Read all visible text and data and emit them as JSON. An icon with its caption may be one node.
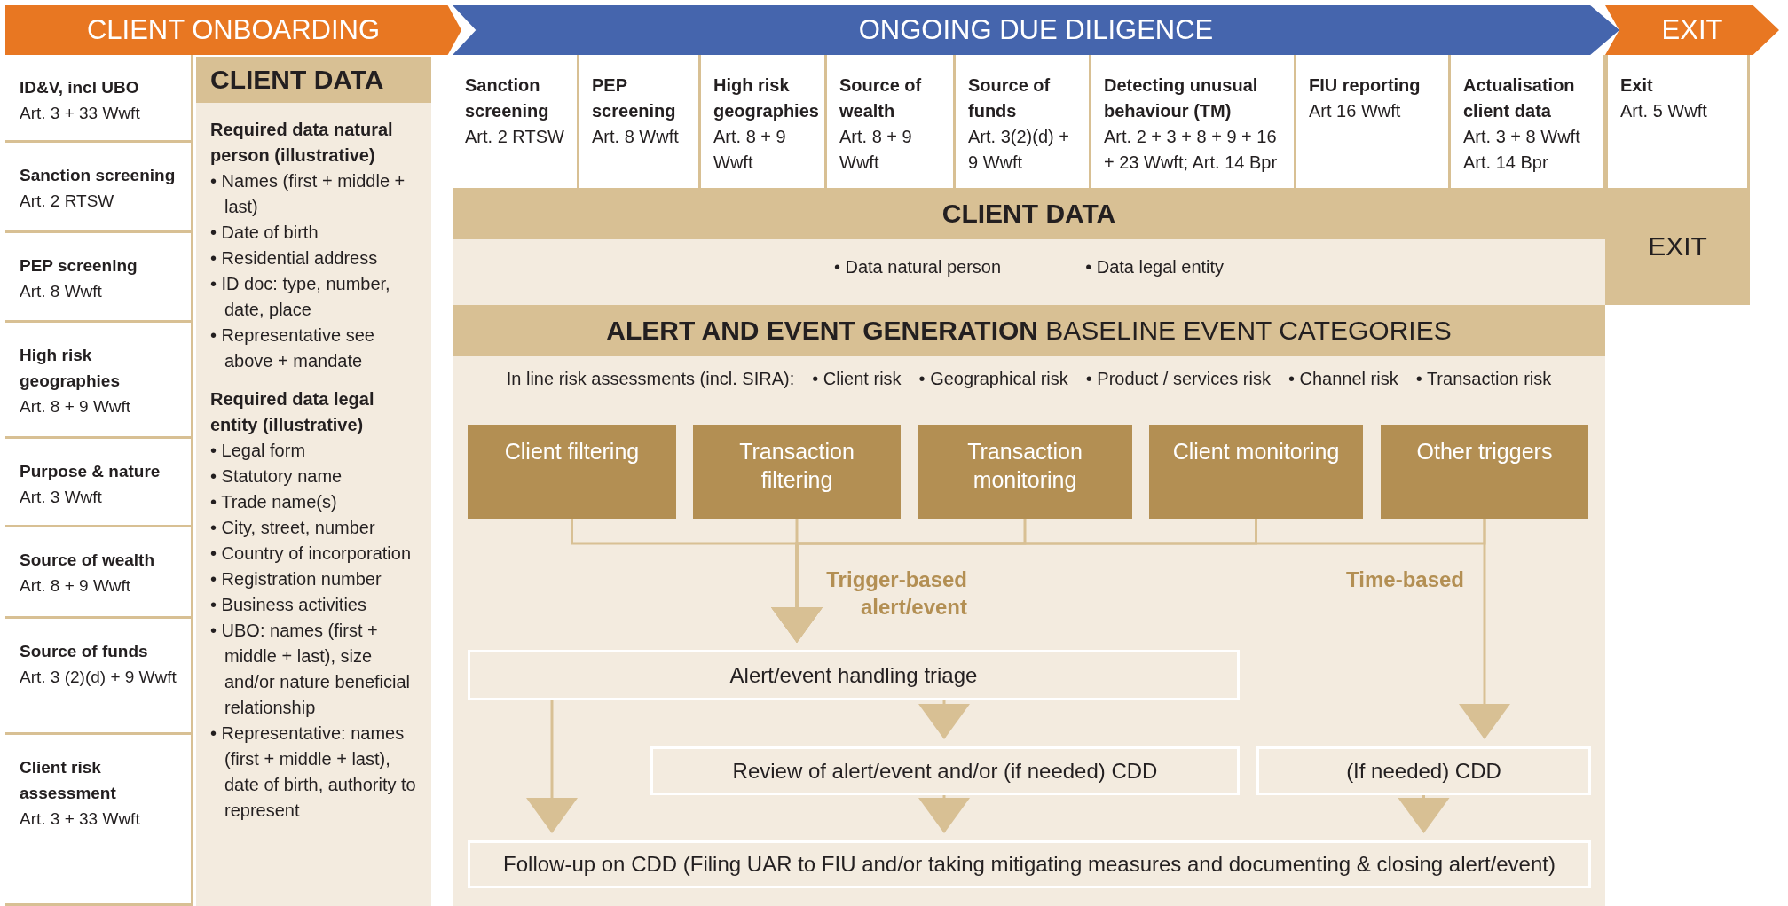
{
  "diagram": {
    "nodes": [
      {
        "text": [
          "CLIENT ONBOARDING"
        ]
      },
      {
        "text": [
          "ONGOING DUE DILIGENCE"
        ]
      },
      {
        "text": [
          "EXIT"
        ]
      },
      {
        "text": [
          "ID&V, incl UBO",
          "Art. 3 + 33 Wwft"
        ]
      },
      {
        "text": [
          "Sanction screening",
          "Art. 2 RTSW"
        ]
      },
      {
        "text": [
          "PEP screening",
          "Art. 8 Wwft"
        ]
      },
      {
        "text": [
          "High risk geographies",
          "Art. 8 + 9 Wwft"
        ]
      },
      {
        "text": [
          "Purpose & nature",
          "Art. 3 Wwft"
        ]
      },
      {
        "text": [
          "Source of wealth",
          "Art. 8 + 9 Wwft"
        ]
      },
      {
        "text": [
          "Source of funds",
          "Art. 3 (2)(d) + 9 Wwft"
        ]
      },
      {
        "text": [
          "Client risk assessment",
          "Art. 3 + 33 Wwft"
        ]
      },
      {
        "text": [
          "CLIENT DATA",
          "Required data natural person (illustrative)",
          "• Names (first + middle + last)",
          "• Date of birth",
          "• Residential address",
          "• ID doc: type, number, date, place",
          "• Representative see above + mandate",
          "Required data legal entity (illustrative)",
          "• Legal form",
          "• Statutory name",
          "• Trade name(s)",
          "• City, street, number",
          "• Country of incorporation",
          "• Registration number",
          "• Business activities",
          "• UBO: names (first + middle + last), size and/or nature beneficial relationship",
          "• Representative: names (first + middle + last), date of birth, authority to represent"
        ]
      },
      {
        "text": [
          "Sanction screening",
          "Art. 2 RTSW"
        ]
      },
      {
        "text": [
          "PEP screening",
          "Art. 8 Wwft"
        ]
      },
      {
        "text": [
          "High risk geographies",
          "Art. 8 + 9 Wwft"
        ]
      },
      {
        "text": [
          "Source of wealth",
          "Art. 8 + 9 Wwft"
        ]
      },
      {
        "text": [
          "Source of funds",
          "Art. 3(2)(d) + 9 Wwft"
        ]
      },
      {
        "text": [
          "Detecting unusual behaviour (TM)",
          "Art. 2 + 3 + 8 + 9 + 16 + 23 Wwft; Art. 14 Bpr"
        ]
      },
      {
        "text": [
          "FIU reporting",
          "Art 16 Wwft"
        ]
      },
      {
        "text": [
          "Actualisation client data",
          "Art. 3 + 8 Wwft Art. 14 Bpr"
        ]
      },
      {
        "text": [
          "Exit",
          "Art. 5 Wwft"
        ]
      },
      {
        "text": [
          "CLIENT DATA",
          "• Data natural person",
          "• Data legal entity"
        ]
      },
      {
        "text": [
          "EXIT"
        ]
      },
      {
        "text": [
          "**ALERT AND EVENT GENERATION** BASELINE EVENT CATEGORIES",
          "In line risk assessments (incl. SIRA):",
          "• Client risk",
          "• Geographical risk",
          "• Product / services risk",
          "• Channel risk",
          "• Transaction risk"
        ]
      },
      {
        "text": [
          "Client filtering"
        ],
        "in": 23
      },
      {
        "text": [
          "Transaction filtering"
        ],
        "in": 23
      },
      {
        "text": [
          "Transaction monitoring"
        ],
        "in": 23
      },
      {
        "text": [
          "Client monitoring"
        ],
        "in": 23
      },
      {
        "text": [
          "Other triggers"
        ],
        "in": 23
      },
      {
        "text": [
          "Alert/event handling triage"
        ],
        "in": 23
      },
      {
        "text": [
          "Review of alert/event and/or (if needed) CDD"
        ],
        "in": 23
      },
      {
        "text": [
          "(If needed) CDD"
        ],
        "in": 23
      },
      {
        "text": [
          "Follow-up on CDD (Filing UAR to FIU and/or taking mitigating measures and documenting & closing alert/event)"
        ],
        "in": 23
      }
    ],
    "edges": [
      {
        "from": 24,
        "to": 29,
        "arrow": "to"
      },
      {
        "from": 25,
        "to": 29,
        "arrow": "to",
        "label": "Trigger-based alert/event"
      },
      {
        "from": 26,
        "to": 29,
        "arrow": "to"
      },
      {
        "from": 27,
        "to": 29,
        "arrow": "to"
      },
      {
        "from": 28,
        "to": 29,
        "arrow": "to"
      },
      {
        "from": 28,
        "to": 31,
        "arrow": "to",
        "label": "Time-based"
      },
      {
        "from": 29,
        "to": 32,
        "arrow": "to"
      },
      {
        "from": 29,
        "to": 30,
        "arrow": "to"
      },
      {
        "from": 30,
        "to": 32,
        "arrow": "to"
      },
      {
        "from": 31,
        "to": 32,
        "arrow": "to"
      }
    ]
  }
}
